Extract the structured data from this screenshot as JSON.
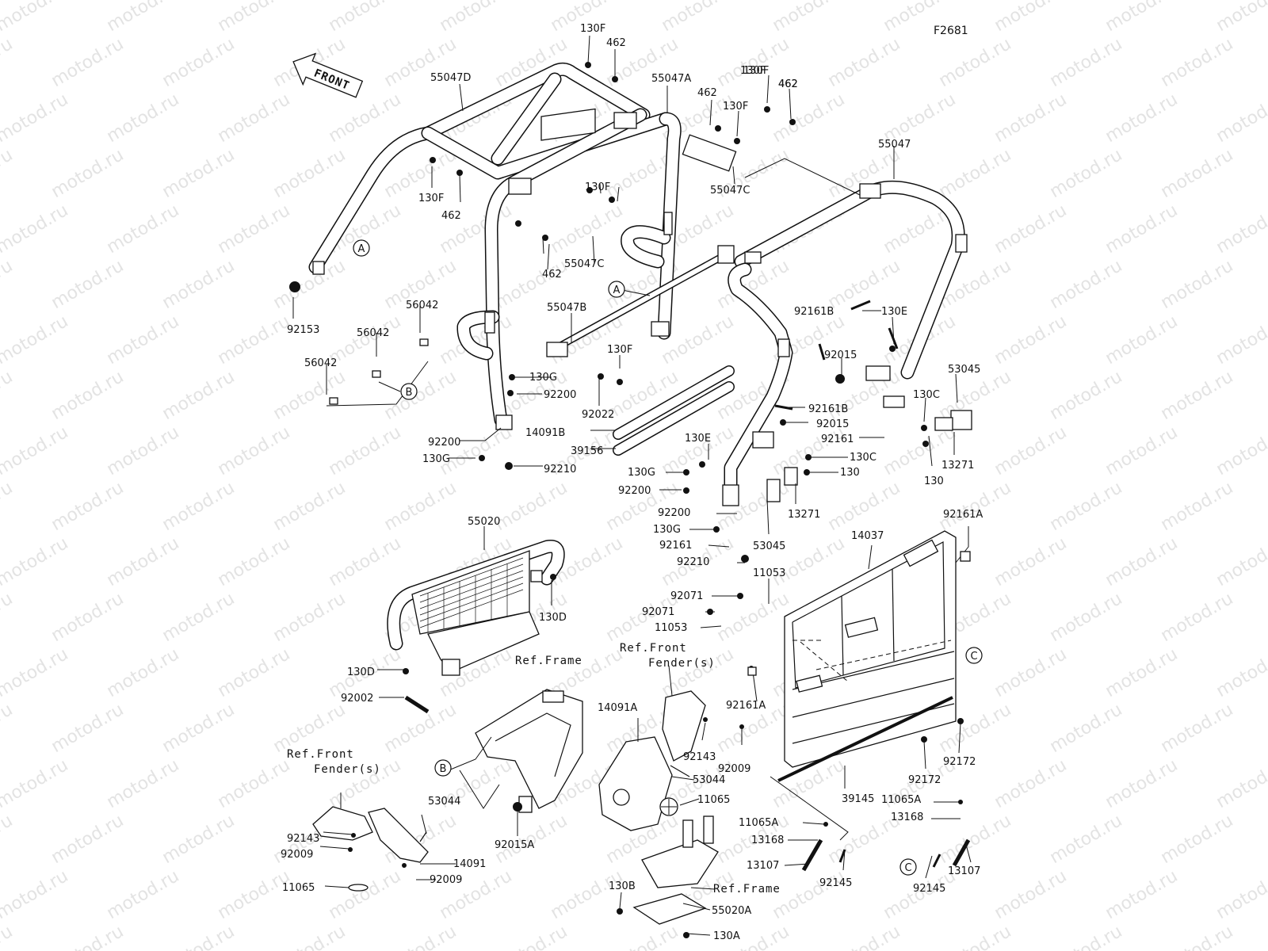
{
  "code": "F2681",
  "front_label": "FRONT",
  "watermark": "motod.ru",
  "callouts": [
    {
      "text": "130F"
    },
    {
      "text": "462"
    },
    {
      "text": "55047D"
    },
    {
      "text": "55047A"
    },
    {
      "text": "462"
    },
    {
      "text": "130F"
    },
    {
      "text": "130F"
    },
    {
      "text": "462"
    },
    {
      "text": "130F"
    },
    {
      "text": "462"
    },
    {
      "text": "462"
    },
    {
      "text": "130F"
    },
    {
      "text": "55047C"
    },
    {
      "text": "55047"
    },
    {
      "text": "130F"
    },
    {
      "text": "462"
    },
    {
      "text": "55047C"
    },
    {
      "text": "92153"
    },
    {
      "text": "56042"
    },
    {
      "text": "56042"
    },
    {
      "text": "56042"
    },
    {
      "text": "55047B"
    },
    {
      "text": "130F"
    },
    {
      "text": "130G"
    },
    {
      "text": "92200"
    },
    {
      "text": "92022"
    },
    {
      "text": "14091B"
    },
    {
      "text": "39156"
    },
    {
      "text": "92200"
    },
    {
      "text": "130G"
    },
    {
      "text": "92210"
    },
    {
      "text": "92161B"
    },
    {
      "text": "130E"
    },
    {
      "text": "92015"
    },
    {
      "text": "53045"
    },
    {
      "text": "130C"
    },
    {
      "text": "92161B"
    },
    {
      "text": "92015"
    },
    {
      "text": "92161"
    },
    {
      "text": "130E"
    },
    {
      "text": "130C"
    },
    {
      "text": "130"
    },
    {
      "text": "130G"
    },
    {
      "text": "92200"
    },
    {
      "text": "13271"
    },
    {
      "text": "130"
    },
    {
      "text": "13271"
    },
    {
      "text": "92200"
    },
    {
      "text": "130G"
    },
    {
      "text": "92161"
    },
    {
      "text": "53045"
    },
    {
      "text": "92210"
    },
    {
      "text": "14037"
    },
    {
      "text": "92161A"
    },
    {
      "text": "11053"
    },
    {
      "text": "92071"
    },
    {
      "text": "92071"
    },
    {
      "text": "11053"
    },
    {
      "text": "55020"
    },
    {
      "text": "130D"
    },
    {
      "text": "130D"
    },
    {
      "text": "92002"
    },
    {
      "text": "92161A"
    },
    {
      "text": "92172"
    },
    {
      "text": "92172"
    },
    {
      "text": "39145"
    },
    {
      "text": "14091A"
    },
    {
      "text": "92143"
    },
    {
      "text": "92009"
    },
    {
      "text": "53044"
    },
    {
      "text": "11065"
    },
    {
      "text": "92015A"
    },
    {
      "text": "53044"
    },
    {
      "text": "92143"
    },
    {
      "text": "92009"
    },
    {
      "text": "14091"
    },
    {
      "text": "92009"
    },
    {
      "text": "11065"
    },
    {
      "text": "11065A"
    },
    {
      "text": "13168"
    },
    {
      "text": "13107"
    },
    {
      "text": "92145"
    },
    {
      "text": "11065A"
    },
    {
      "text": "13168"
    },
    {
      "text": "13107"
    },
    {
      "text": "92145"
    },
    {
      "text": "130B"
    },
    {
      "text": "55020A"
    },
    {
      "text": "130A"
    }
  ],
  "refs": [
    {
      "text": "Ref.Frame"
    },
    {
      "text": "Ref.Front"
    },
    {
      "text": "Fender(s)"
    },
    {
      "text": "Ref.Front"
    },
    {
      "text": "Fender(s)"
    },
    {
      "text": "Ref.Frame"
    }
  ],
  "markers": [
    {
      "letter": "A"
    },
    {
      "letter": "A"
    },
    {
      "letter": "B"
    },
    {
      "letter": "B"
    },
    {
      "letter": "C"
    },
    {
      "letter": "C"
    }
  ]
}
